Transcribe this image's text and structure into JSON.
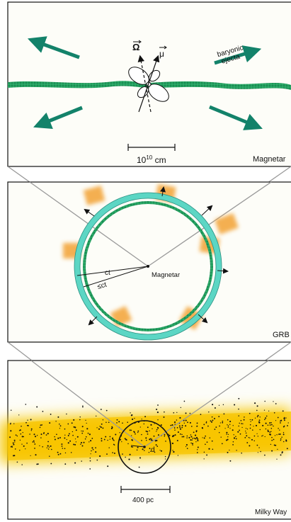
{
  "panels": {
    "top": {
      "label": "Magnetar",
      "omega_label": "Ω",
      "mu_label": "μ",
      "ejecta_label_line1": "baryonic",
      "ejecta_label_line2": "ejecta",
      "scale_base": "10",
      "scale_exp": "10",
      "scale_unit": " cm"
    },
    "middle": {
      "label": "GRB",
      "center_label": "Magnetar",
      "ct_label": "ct",
      "lt_ct_label": "≤ct"
    },
    "bottom": {
      "label": "Milky Way",
      "d_label": "d",
      "scale_label": "400 pc"
    }
  },
  "colors": {
    "filament": "#1f9a5a",
    "arrow_green": "#13826a",
    "ring_outer": "#5cd6c4",
    "ring_inner": "#2e8b57",
    "blob_orange": "#f3a53a",
    "galaxy_band": "#f6c800",
    "panel_fill": "#fdfdf8"
  }
}
